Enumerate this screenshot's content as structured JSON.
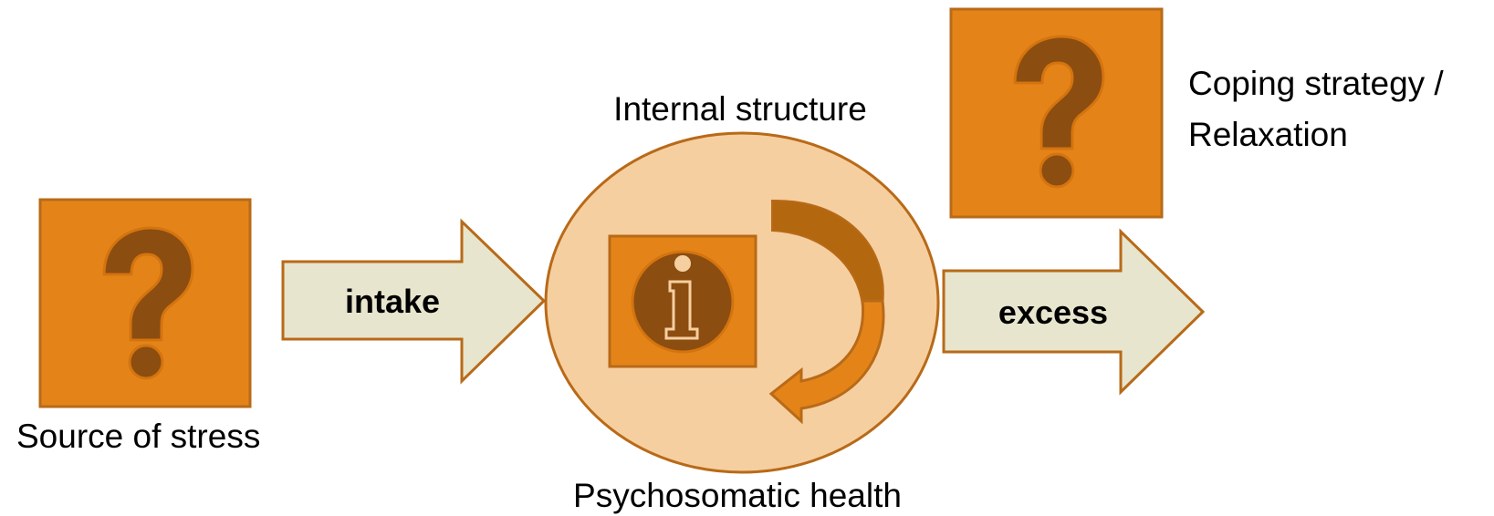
{
  "colors": {
    "box_fill": "#E48418",
    "box_stroke": "#B86A18",
    "glyph_fill": "#8C4D10",
    "glyph_stroke": "#D4740F",
    "arrow_fill": "#E7E5CD",
    "arrow_stroke": "#B86A18",
    "circle_fill": "#F6CFA0",
    "circle_stroke": "#B86A18",
    "curved_arrow_fill": "#E48418",
    "curved_arrow_dark": "#B3670E",
    "info_letter": "#F6CFA0"
  },
  "nodes": {
    "source": {
      "icon": "question-mark-icon",
      "label": "Source of stress"
    },
    "internal": {
      "icon": "info-icon",
      "top_label": "Internal structure",
      "bottom_label": "Psychosomatic health",
      "cycle_icon": "curved-arrow-icon"
    },
    "coping": {
      "icon": "question-mark-icon",
      "label_line1": "Coping strategy /",
      "label_line2": "Relaxation"
    }
  },
  "edges": {
    "intake": {
      "label": "intake"
    },
    "excess": {
      "label": "excess"
    }
  }
}
